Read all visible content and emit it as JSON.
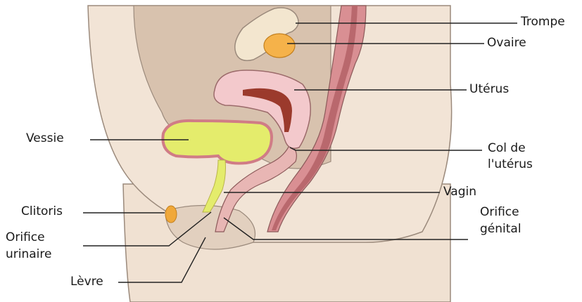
{
  "labels": {
    "trompe": "Trompe",
    "ovaire": "Ovaire",
    "uterus": "Utérus",
    "col_line1": "Col de",
    "col_line2": "l'utérus",
    "vessie": "Vessie",
    "vagin": "Vagin",
    "clitoris": "Clitoris",
    "orifice_genital_line1": "Orifice",
    "orifice_genital_line2": "génital",
    "orifice_urinaire_line1": "Orifice",
    "orifice_urinaire_line2": "urinaire",
    "levre": "Lèvre"
  },
  "colors": {
    "skin_outer": "#f2e4d6",
    "skin_inner": "#eadbc9",
    "abdomen_cavity": "#d9c3b0",
    "tissue_pink": "#e8b6b4",
    "uterus_fill": "#f3c9cc",
    "uterus_cavity": "#9b3a2c",
    "rectum": "#d98f93",
    "bladder_fill": "#e4ec6c",
    "bladder_wall": "#d07c86",
    "ovary": "#f5b24a",
    "clitoris": "#f0a83a",
    "outline": "#7a6a5e",
    "leader_line": "#222222"
  }
}
